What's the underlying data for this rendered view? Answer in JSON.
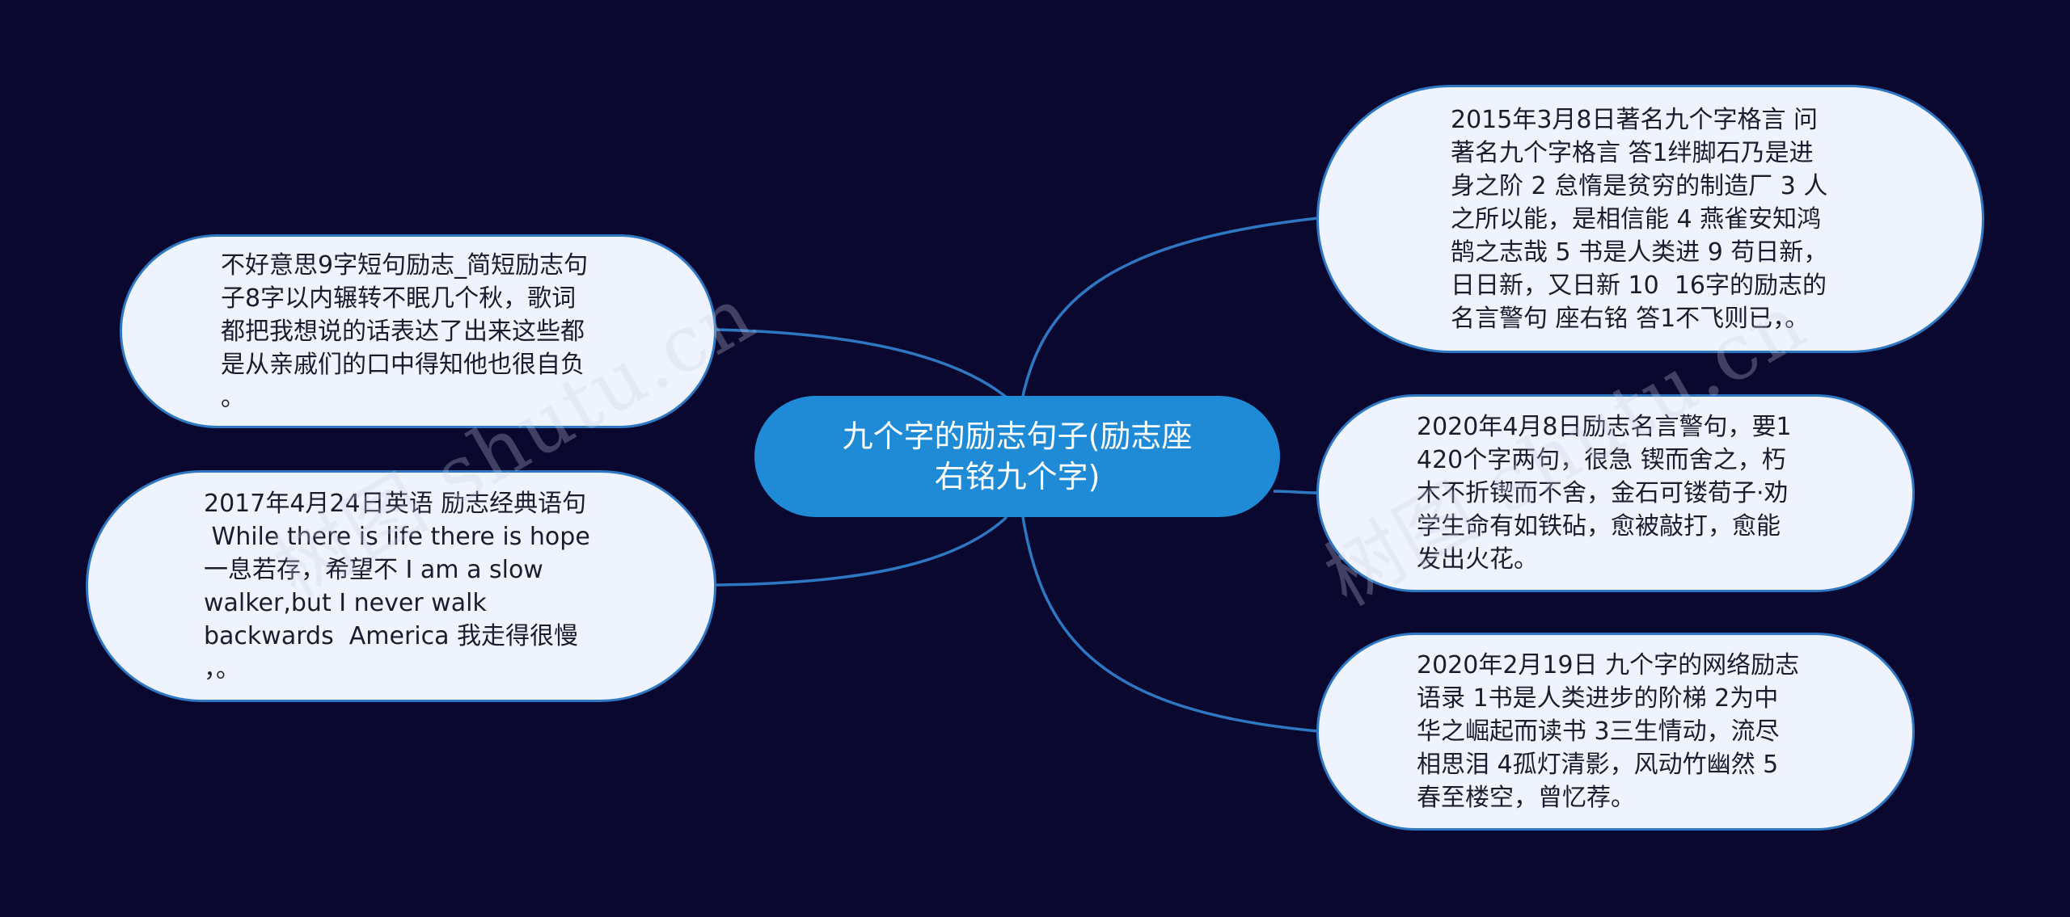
{
  "colors": {
    "background": "#0b0830",
    "root_fill": "#1f8bd6",
    "leaf_fill": "#eef3fd",
    "link_stroke": "#2e78c3"
  },
  "root": {
    "text": "九个字的励志句子(励志座\n右铭九个字)"
  },
  "nodes": {
    "left_top": "不好意思9字短句励志_简短励志句\n子8字以内辗转不眠几个秋，歌词\n都把我想说的话表达了出来这些都\n是从亲戚们的口中得知他也很自负\n。",
    "left_bottom": "2017年4月24日英语 励志经典语句\n While there is life there is hope\n一息若存，希望不 I am a slow\nwalker,but I never walk\nbackwards  America 我走得很慢\n，。",
    "right_top": "2015年3月8日著名九个字格言 问\n著名九个字格言 答1绊脚石乃是进\n身之阶 2 怠惰是贫穷的制造厂 3 人\n之所以能，是相信能 4 燕雀安知鸿\n鹄之志哉 5 书是人类进 9 苟日新，\n日日新，又日新 10  16字的励志的\n名言警句 座右铭 答1不飞则已，。",
    "right_middle": "2020年4月8日励志名言警句，要1\n420个字两句，很急 锲而舍之，朽\n木不折锲而不舍，金石可镂荀子·劝\n学生命有如铁砧，愈被敲打，愈能\n发出火花。",
    "right_bottom": "2020年2月19日 九个字的网络励志\n语录 1书是人类进步的阶梯 2为中\n华之崛起而读书 3三生情动，流尽\n相思泪 4孤灯清影，风动竹幽然 5\n春至楼空，曾忆荐。"
  },
  "watermarks": [
    "树图 shutu.cn",
    "树图 shutu.cn"
  ]
}
